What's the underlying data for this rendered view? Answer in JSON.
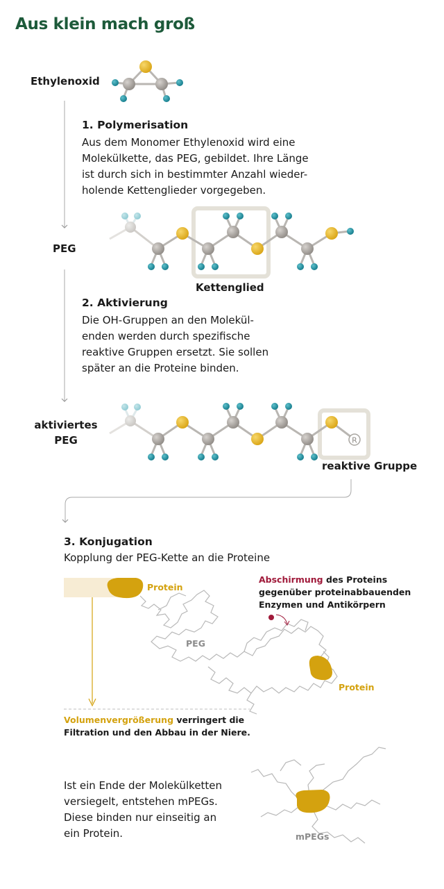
{
  "title": "Aus klein mach groß",
  "steps": {
    "monomer_label": "Ethylenoxid",
    "step1": {
      "heading": "1. Polymerisation",
      "lines": [
        "Aus dem Monomer Ethylenoxid wird eine",
        "Molekülkette, das PEG, gebildet. Ihre Länge",
        "ist durch sich in bestimmter Anzahl wieder-",
        "holende Kettenglieder vorgegeben."
      ]
    },
    "peg_label": "PEG",
    "chain_link_label": "Kettenglied",
    "step2": {
      "heading": "2. Aktivierung",
      "lines": [
        "Die OH-Gruppen an den Molekül-",
        "enden werden durch spezifische",
        "reaktive Gruppen ersetzt. Sie sollen",
        "später an die Proteine binden."
      ]
    },
    "activated_label_line1": "aktiviertes",
    "activated_label_line2": "PEG",
    "reactive_group_label": "reaktive Gruppe",
    "reactive_symbol": "R",
    "step3": {
      "heading": "3. Konjugation",
      "subtitle": "Kopplung der PEG-Kette an die Proteine"
    }
  },
  "conjugation": {
    "protein_label_1": "Protein",
    "protein_label_2": "Protein",
    "peg_label": "PEG",
    "shield_highlight": "Abschirmung",
    "shield_rest_line1": " des Proteins",
    "shield_line2": "gegenüber proteinabbauenden",
    "shield_line3": "Enzymen und Antikörpern",
    "volume_highlight": "Volumenvergrößerung",
    "volume_rest_line1": " verringert die",
    "volume_line2": "Filtration und den Abbau in der Niere."
  },
  "mpeg": {
    "lines": [
      "Ist ein Ende der Molekülketten",
      "versiegelt, entstehen mPEGs.",
      "Diese binden nur einseitig an",
      "ein Protein."
    ],
    "label": "mPEGs"
  },
  "colors": {
    "title_green": "#1d5a3a",
    "oxygen_gold": "#e0b020",
    "carbon_grey": "#9e9a96",
    "hydrogen_teal": "#1e8fa0",
    "protein_gold": "#d4a20f",
    "shield_red": "#a01a3a"
  }
}
